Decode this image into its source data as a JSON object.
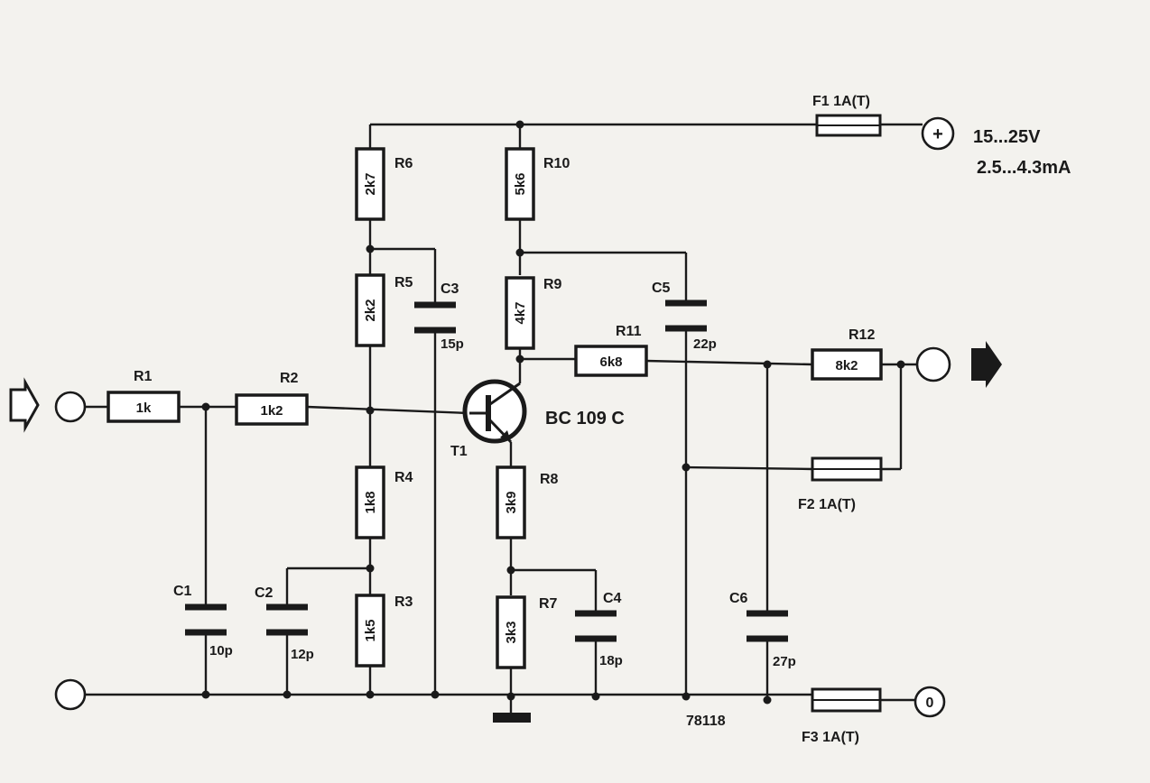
{
  "supply": {
    "voltage": "15...25V",
    "current": "2.5...4.3mA",
    "plus_symbol": "+",
    "ground_symbol": "0"
  },
  "transistor": {
    "ref": "T1",
    "type": "BC 109 C"
  },
  "drawing_number": "78118",
  "resistors": {
    "r1": {
      "ref": "R1",
      "value": "1k"
    },
    "r2": {
      "ref": "R2",
      "value": "1k2"
    },
    "r3": {
      "ref": "R3",
      "value": "1k5"
    },
    "r4": {
      "ref": "R4",
      "value": "1k8"
    },
    "r5": {
      "ref": "R5",
      "value": "2k2"
    },
    "r6": {
      "ref": "R6",
      "value": "2k7"
    },
    "r7": {
      "ref": "R7",
      "value": "3k3"
    },
    "r8": {
      "ref": "R8",
      "value": "3k9"
    },
    "r9": {
      "ref": "R9",
      "value": "4k7"
    },
    "r10": {
      "ref": "R10",
      "value": "5k6"
    },
    "r11": {
      "ref": "R11",
      "value": "6k8"
    },
    "r12": {
      "ref": "R12",
      "value": "8k2"
    }
  },
  "capacitors": {
    "c1": {
      "ref": "C1",
      "value": "10p"
    },
    "c2": {
      "ref": "C2",
      "value": "12p"
    },
    "c3": {
      "ref": "C3",
      "value": "15p"
    },
    "c4": {
      "ref": "C4",
      "value": "18p"
    },
    "c5": {
      "ref": "C5",
      "value": "22p"
    },
    "c6": {
      "ref": "C6",
      "value": "27p"
    }
  },
  "fuses": {
    "f1": {
      "label": "F1 1A(T)"
    },
    "f2": {
      "label": "F2  1A(T)"
    },
    "f3": {
      "label": "F3 1A(T)"
    }
  },
  "colors": {
    "ink": "#1a1a1a",
    "paper": "#f3f2ee"
  }
}
